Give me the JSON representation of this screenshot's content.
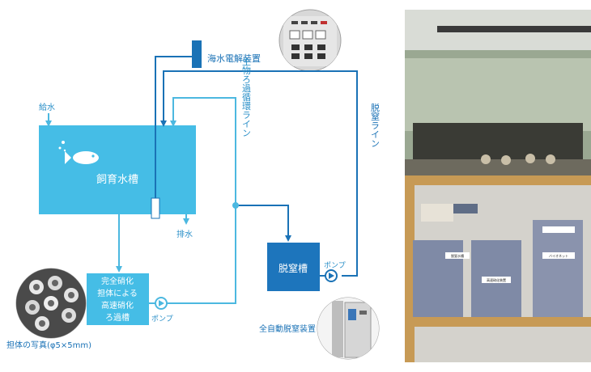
{
  "labels": {
    "water_supply": "給水",
    "drain": "排水",
    "breeding_tank": "飼育水槽",
    "electrolysis": "海水電解装置",
    "biofilter_line": "生物ろ過循環ライン",
    "denitrification_line": "脱窒ライン",
    "denitrification_tank": "脱窒槽",
    "pump_1": "ポンプ",
    "pump_2": "ポンプ",
    "nitrification_tank_lines": [
      "完全硝化",
      "担体による",
      "高速硝化",
      "ろ過槽"
    ],
    "carrier_photo": "担体の写真(φ5×5mm)",
    "auto_denitrifier": "全自動脱窒装置",
    "photo_tag_1": "脱窒水槽",
    "photo_tag_2": "高速硝化装置",
    "photo_tag_3": "バイオネット"
  },
  "colors": {
    "line_light": "#4cb8e0",
    "line_dark": "#1a72b6",
    "tank_fill": "#45bde6",
    "denit_fill": "#1d75bc",
    "label_text": "#2a8fc8"
  },
  "icons": [
    "fish-icon",
    "pump-icon",
    "arrow-icon"
  ]
}
